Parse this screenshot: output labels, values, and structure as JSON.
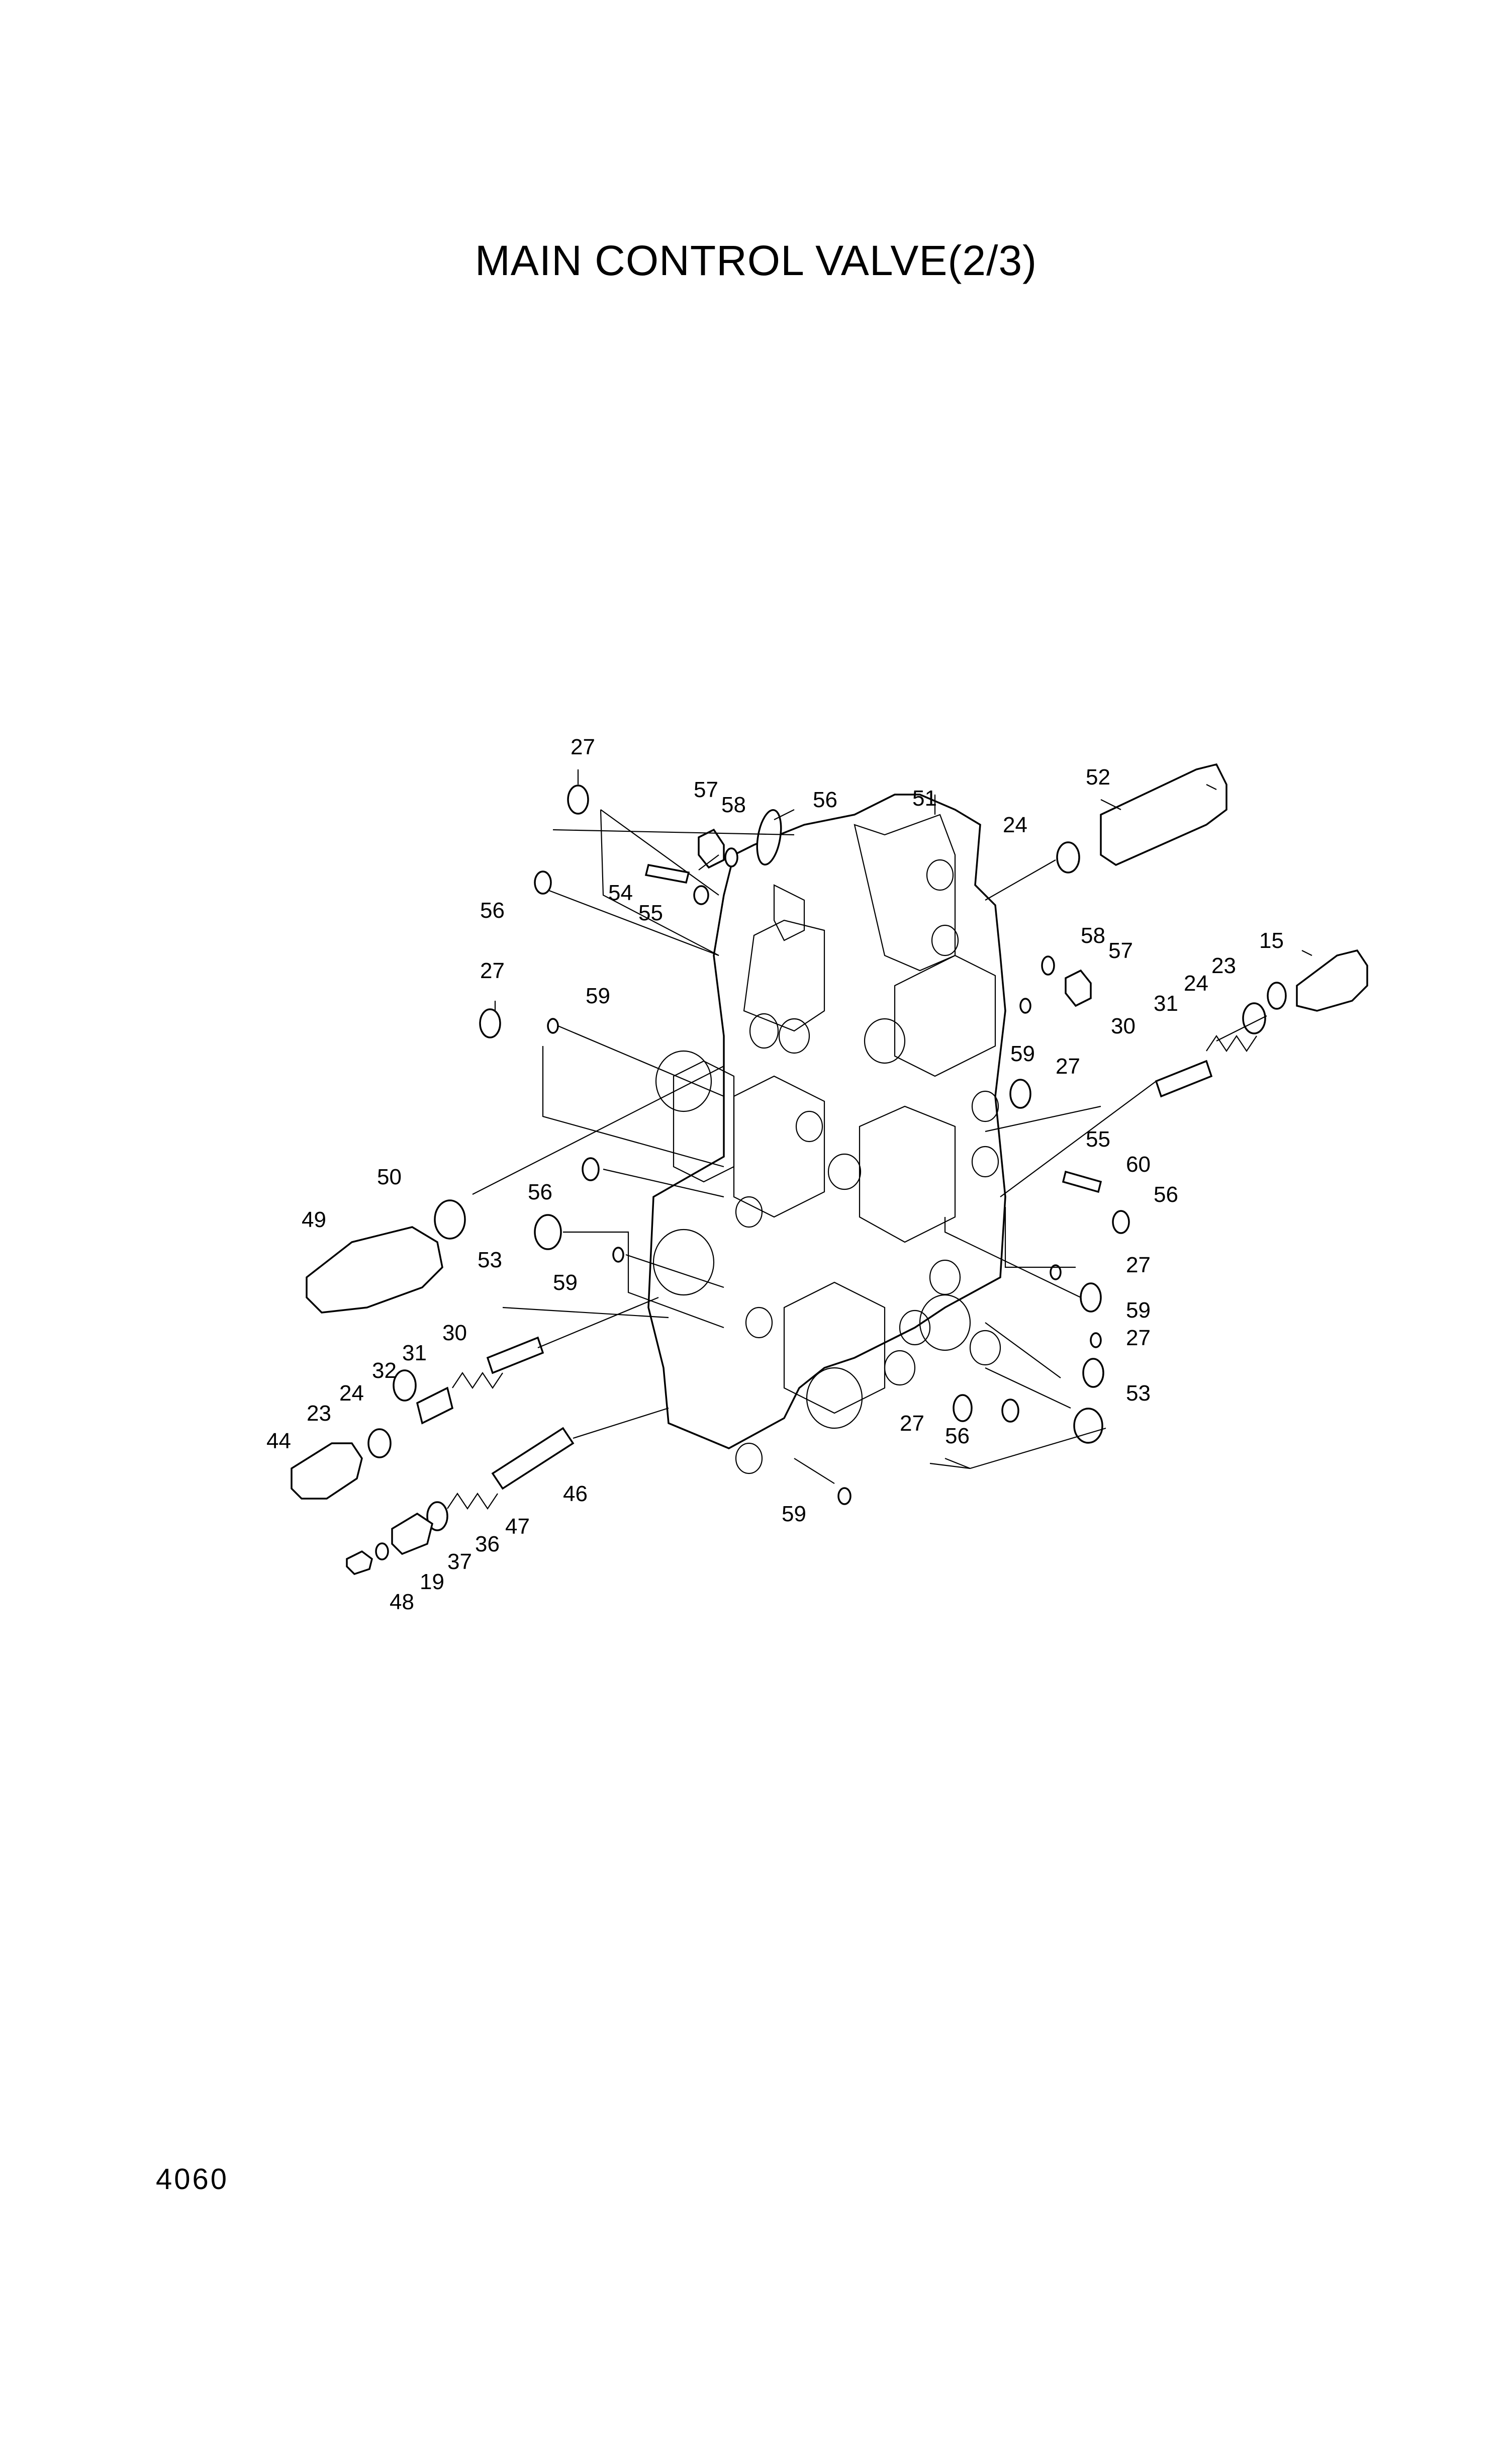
{
  "title": "MAIN CONTROL VALVE(2/3)",
  "page_number": "4060",
  "callouts": [
    "27",
    "57",
    "58",
    "56",
    "51",
    "52",
    "24",
    "54",
    "55",
    "56",
    "58",
    "57",
    "15",
    "23",
    "24",
    "31",
    "30",
    "27",
    "59",
    "59",
    "27",
    "50",
    "56",
    "55",
    "60",
    "56",
    "49",
    "53",
    "59",
    "27",
    "30",
    "59",
    "31",
    "27",
    "32",
    "24",
    "23",
    "53",
    "44",
    "27",
    "56",
    "46",
    "59",
    "47",
    "36",
    "37",
    "19",
    "48"
  ],
  "colors": {
    "line": "#000000",
    "background": "#ffffff"
  }
}
